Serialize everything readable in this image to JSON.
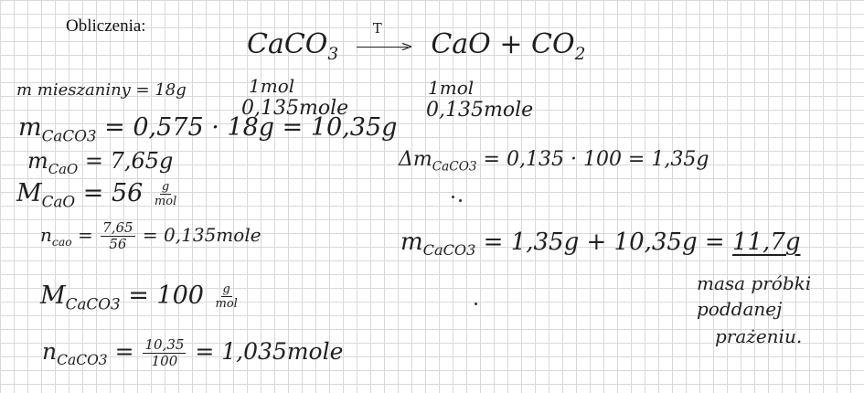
{
  "header": {
    "title": "Obliczenia:"
  },
  "reaction": {
    "reactant": "CaCO",
    "reactant_sub": "3",
    "condition": "T",
    "product_1": "CaO",
    "plus": "+",
    "product_2": "CO",
    "product_2_sub": "2",
    "moles_left_1": "1mol",
    "moles_left_2": "0,135mole",
    "moles_right_1": "1mol",
    "moles_right_2": "0,135mole"
  },
  "left_calculations": {
    "mixture_mass": "m mieszaniny = 18g",
    "caco3_mass": {
      "symbol": "m",
      "sub": "CaCO3",
      "expr": " = 0,575 · 18g = 10,35g"
    },
    "cao_mass": {
      "symbol": "m",
      "sub": "CaO",
      "expr": " = 7,65g"
    },
    "cao_molar": {
      "symbol": "M",
      "sub": "CaO",
      "expr": " = 56",
      "unit_num": "g",
      "unit_den": "mol"
    },
    "cao_moles": {
      "symbol": "n",
      "sub": "cao",
      "eq": " = ",
      "num": "7,65",
      "den": "56",
      "result": " = 0,135mole"
    },
    "caco3_molar": {
      "symbol": "M",
      "sub": "CaCO3",
      "expr": " = 100",
      "unit_num": "g",
      "unit_den": "mol"
    },
    "caco3_moles": {
      "symbol": "n",
      "sub": "CaCO3",
      "eq": " = ",
      "num": "10,35",
      "den": "100",
      "result": " = 1,035mole"
    }
  },
  "right_calculations": {
    "delta_mass": {
      "prefix": "Δm",
      "sub": "CaCO3",
      "expr": " = 0,135 · 100 = 1,35g"
    },
    "total_mass": {
      "symbol": "m",
      "sub": "CaCO3",
      "expr": " = 1,35g + 10,35g = ",
      "result": "11,7g"
    },
    "note_line_1": "masa próbki",
    "note_line_2": "poddanej",
    "note_line_3": "prażeniu."
  }
}
